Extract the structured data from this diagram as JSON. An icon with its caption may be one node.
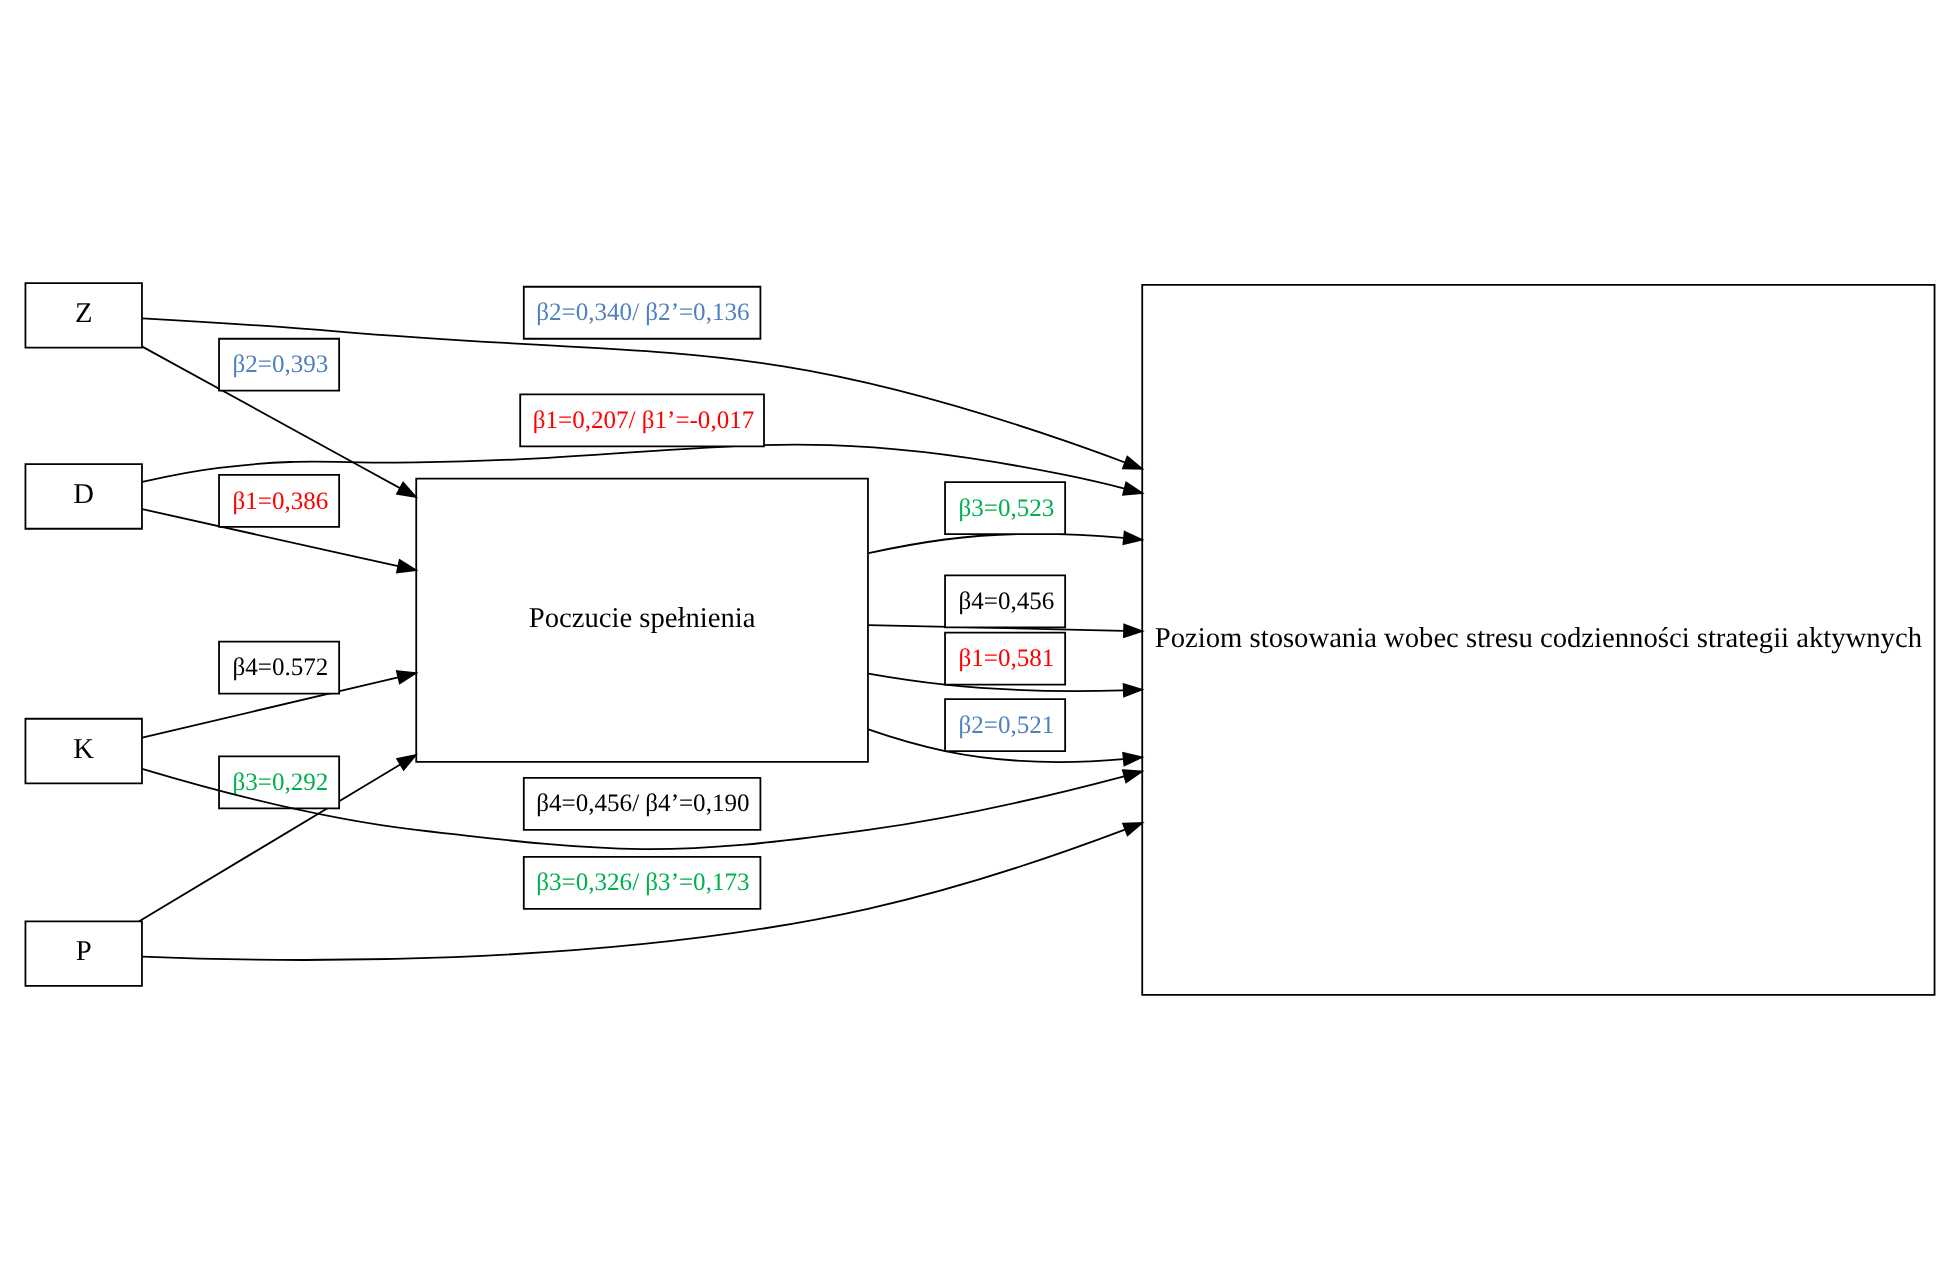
{
  "diagram": {
    "nodes": [
      {
        "text": [
          "Poczucie spełnienia"
        ]
      },
      {
        "text": [
          "Poziom stosowania wobec stresu codzienności strategii aktywnych"
        ]
      },
      {
        "text": [
          "D"
        ]
      },
      {
        "text": [
          "Z"
        ]
      },
      {
        "text": [
          "P"
        ]
      },
      {
        "text": [
          "K"
        ]
      }
    ],
    "edges": [
      {
        "from": 0,
        "to": 1,
        "arrow": "to",
        "label": "β1=0,581"
      },
      {
        "from": 0,
        "to": 1,
        "arrow": "to",
        "label": "β2=0,521"
      },
      {
        "from": 0,
        "to": 1,
        "arrow": "to",
        "label": "β3=0,523"
      },
      {
        "from": 0,
        "to": 1,
        "arrow": "to",
        "label": "β4=0,456"
      },
      {
        "from": 5,
        "to": 0,
        "arrow": "to",
        "label": "β4=0.572"
      },
      {
        "from": 4,
        "to": 0,
        "arrow": "to",
        "label": "β3=0,292"
      },
      {
        "from": 3,
        "to": 0,
        "arrow": "to",
        "label": "β2=0,393"
      },
      {
        "from": 2,
        "to": 0,
        "arrow": "to",
        "label": "β1=0,386"
      },
      {
        "from": 2,
        "to": 1,
        "arrow": "to",
        "label": "β1=0,207/ β1’=-0,017"
      },
      {
        "from": 3,
        "to": 1,
        "arrow": "to",
        "label": "β2=0,340/ β2’=0,136"
      },
      {
        "from": 4,
        "to": 1,
        "arrow": "to",
        "label": "β3=0,326/ β3’=0,173"
      },
      {
        "from": 5,
        "to": 1,
        "arrow": "to",
        "label": "β4=0,456/ β4’=0,190"
      }
    ]
  }
}
